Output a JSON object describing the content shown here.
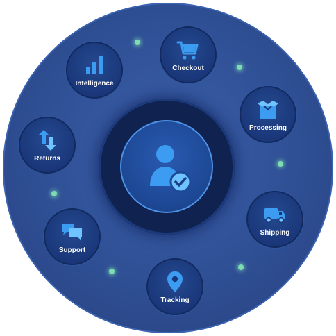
{
  "colors": {
    "accent": "#3b9cf2",
    "accent_light": "#6fc3ff",
    "node_bg": "#1a377a",
    "outer_bg": "#2f4f94",
    "center_bg": "#0f2250",
    "dot": "#7ddcb0"
  },
  "center": {
    "icon": "user-check-icon"
  },
  "nodes": [
    {
      "id": "checkout",
      "label": "Checkout",
      "icon": "shopping-cart-icon"
    },
    {
      "id": "processing",
      "label": "Processing",
      "icon": "open-box-icon"
    },
    {
      "id": "shipping",
      "label": "Shipping",
      "icon": "truck-icon"
    },
    {
      "id": "tracking",
      "label": "Tracking",
      "icon": "map-pin-icon"
    },
    {
      "id": "support",
      "label": "Support",
      "icon": "chat-bubbles-icon"
    },
    {
      "id": "returns",
      "label": "Returns",
      "icon": "swap-arrows-icon"
    },
    {
      "id": "intelligence",
      "label": "Intelligence",
      "icon": "bar-chart-icon"
    }
  ]
}
